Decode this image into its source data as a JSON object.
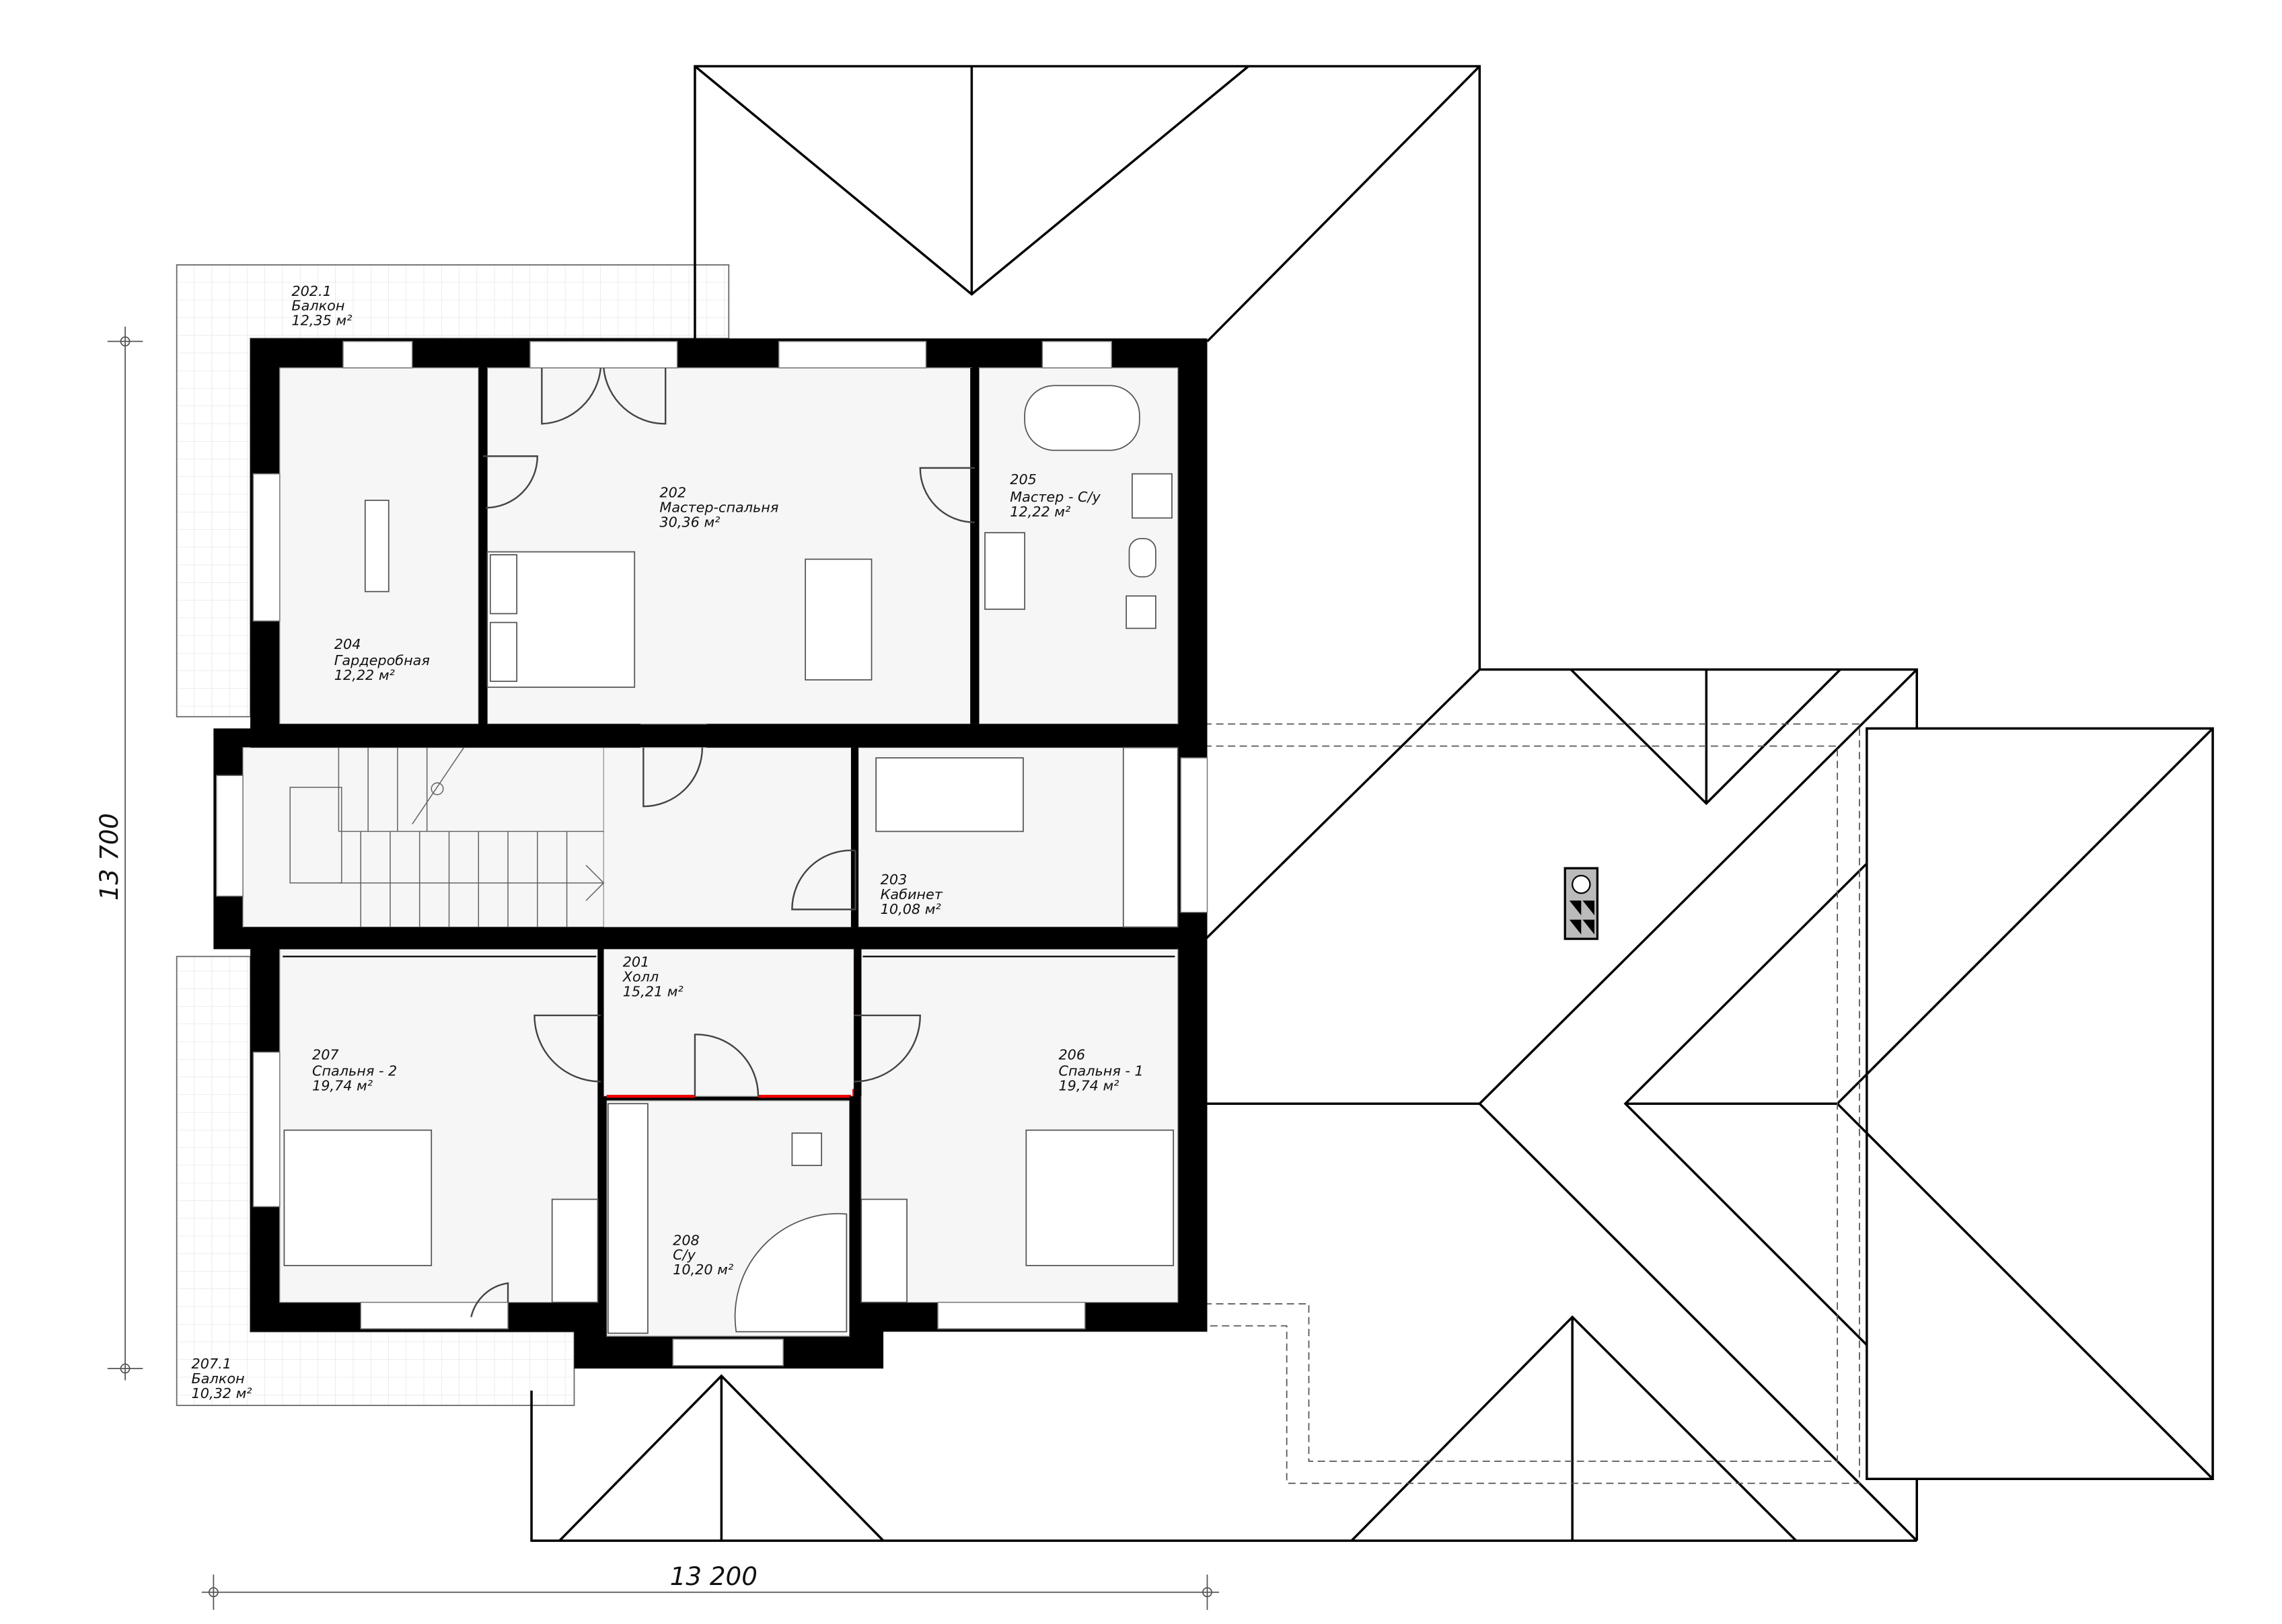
{
  "dimensions": {
    "width_label": "13 200",
    "height_label": "13 700"
  },
  "rooms": [
    {
      "number": "201",
      "name": "Холл",
      "area": "15,21 м²"
    },
    {
      "number": "202",
      "name": "Мастер-спальня",
      "area": "30,36 м²"
    },
    {
      "number": "203",
      "name": "Кабинет",
      "area": "10,08 м²"
    },
    {
      "number": "204",
      "name": "Гардеробная",
      "area": "12,22 м²"
    },
    {
      "number": "205",
      "name": "Мастер - С/у",
      "area": "12,22 м²"
    },
    {
      "number": "206",
      "name": "Спальня - 1",
      "area": "19,74 м²"
    },
    {
      "number": "207",
      "name": "Спальня - 2",
      "area": "19,74 м²"
    },
    {
      "number": "208",
      "name": "С/у",
      "area": "10,20 м²"
    }
  ],
  "balconies": [
    {
      "number": "202.1",
      "name": "Балкон",
      "area": "12,35 м²"
    },
    {
      "number": "207.1",
      "name": "Балкон",
      "area": "10,32 м²"
    }
  ],
  "colors": {
    "wall": "#000000",
    "partition_highlight": "#e00000",
    "floor": "#f6f6f6"
  }
}
